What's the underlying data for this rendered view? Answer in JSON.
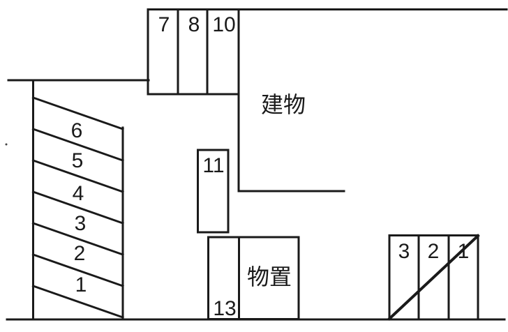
{
  "colors": {
    "line_color": "#1a1a1a",
    "background_color": "#ffffff"
  },
  "building": {
    "label": "建物"
  },
  "shed": {
    "label": "物置"
  },
  "top_row": {
    "spaces": [
      "7",
      "8",
      "10"
    ]
  },
  "left_column": {
    "spaces": [
      "6",
      "5",
      "4",
      "3",
      "2",
      "1"
    ]
  },
  "center": {
    "space": "11"
  },
  "shed_row": {
    "space": "13"
  },
  "right_row": {
    "spaces": [
      "3",
      "2",
      "1"
    ]
  }
}
